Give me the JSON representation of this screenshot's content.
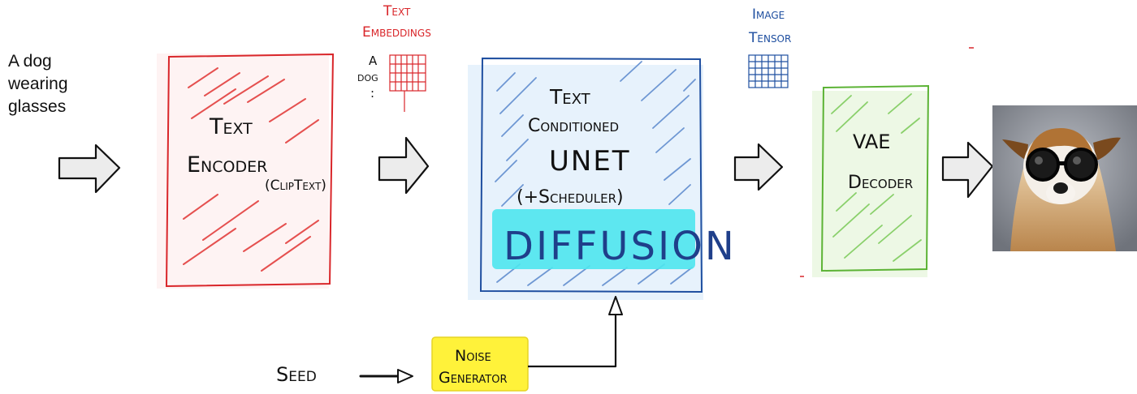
{
  "prompt": {
    "line1": "A dog",
    "line2": "wearing",
    "line3": "glasses"
  },
  "text_encoder": {
    "title_line1": "Text",
    "title_line2": "Encoder",
    "subtitle": "(ClipText)"
  },
  "text_embeddings": {
    "label_line1": "Text",
    "label_line2": "Embeddings",
    "tokens": [
      "A",
      "dog",
      ":"
    ]
  },
  "unet": {
    "line1": "Text",
    "line2": "Conditioned",
    "line3": "UNET",
    "line4": "(+Scheduler)",
    "highlight": "DIFFUSION"
  },
  "image_tensor": {
    "label_line1": "Image",
    "label_line2": "Tensor"
  },
  "vae_decoder": {
    "title_line1": "VAE",
    "title_line2": "Decoder"
  },
  "seed": {
    "label": "Seed"
  },
  "noise_generator": {
    "label_line1": "Noise",
    "label_line2": "Generator"
  },
  "colors": {
    "encoder": "#d9262a",
    "unet": "#1f4fa0",
    "decoder": "#5cb335",
    "highlight": "#4ee6ee",
    "noise": "#fff23a",
    "arrow_fill": "#ececec"
  },
  "output_image": {
    "subject": "dog-wearing-glasses-image"
  }
}
